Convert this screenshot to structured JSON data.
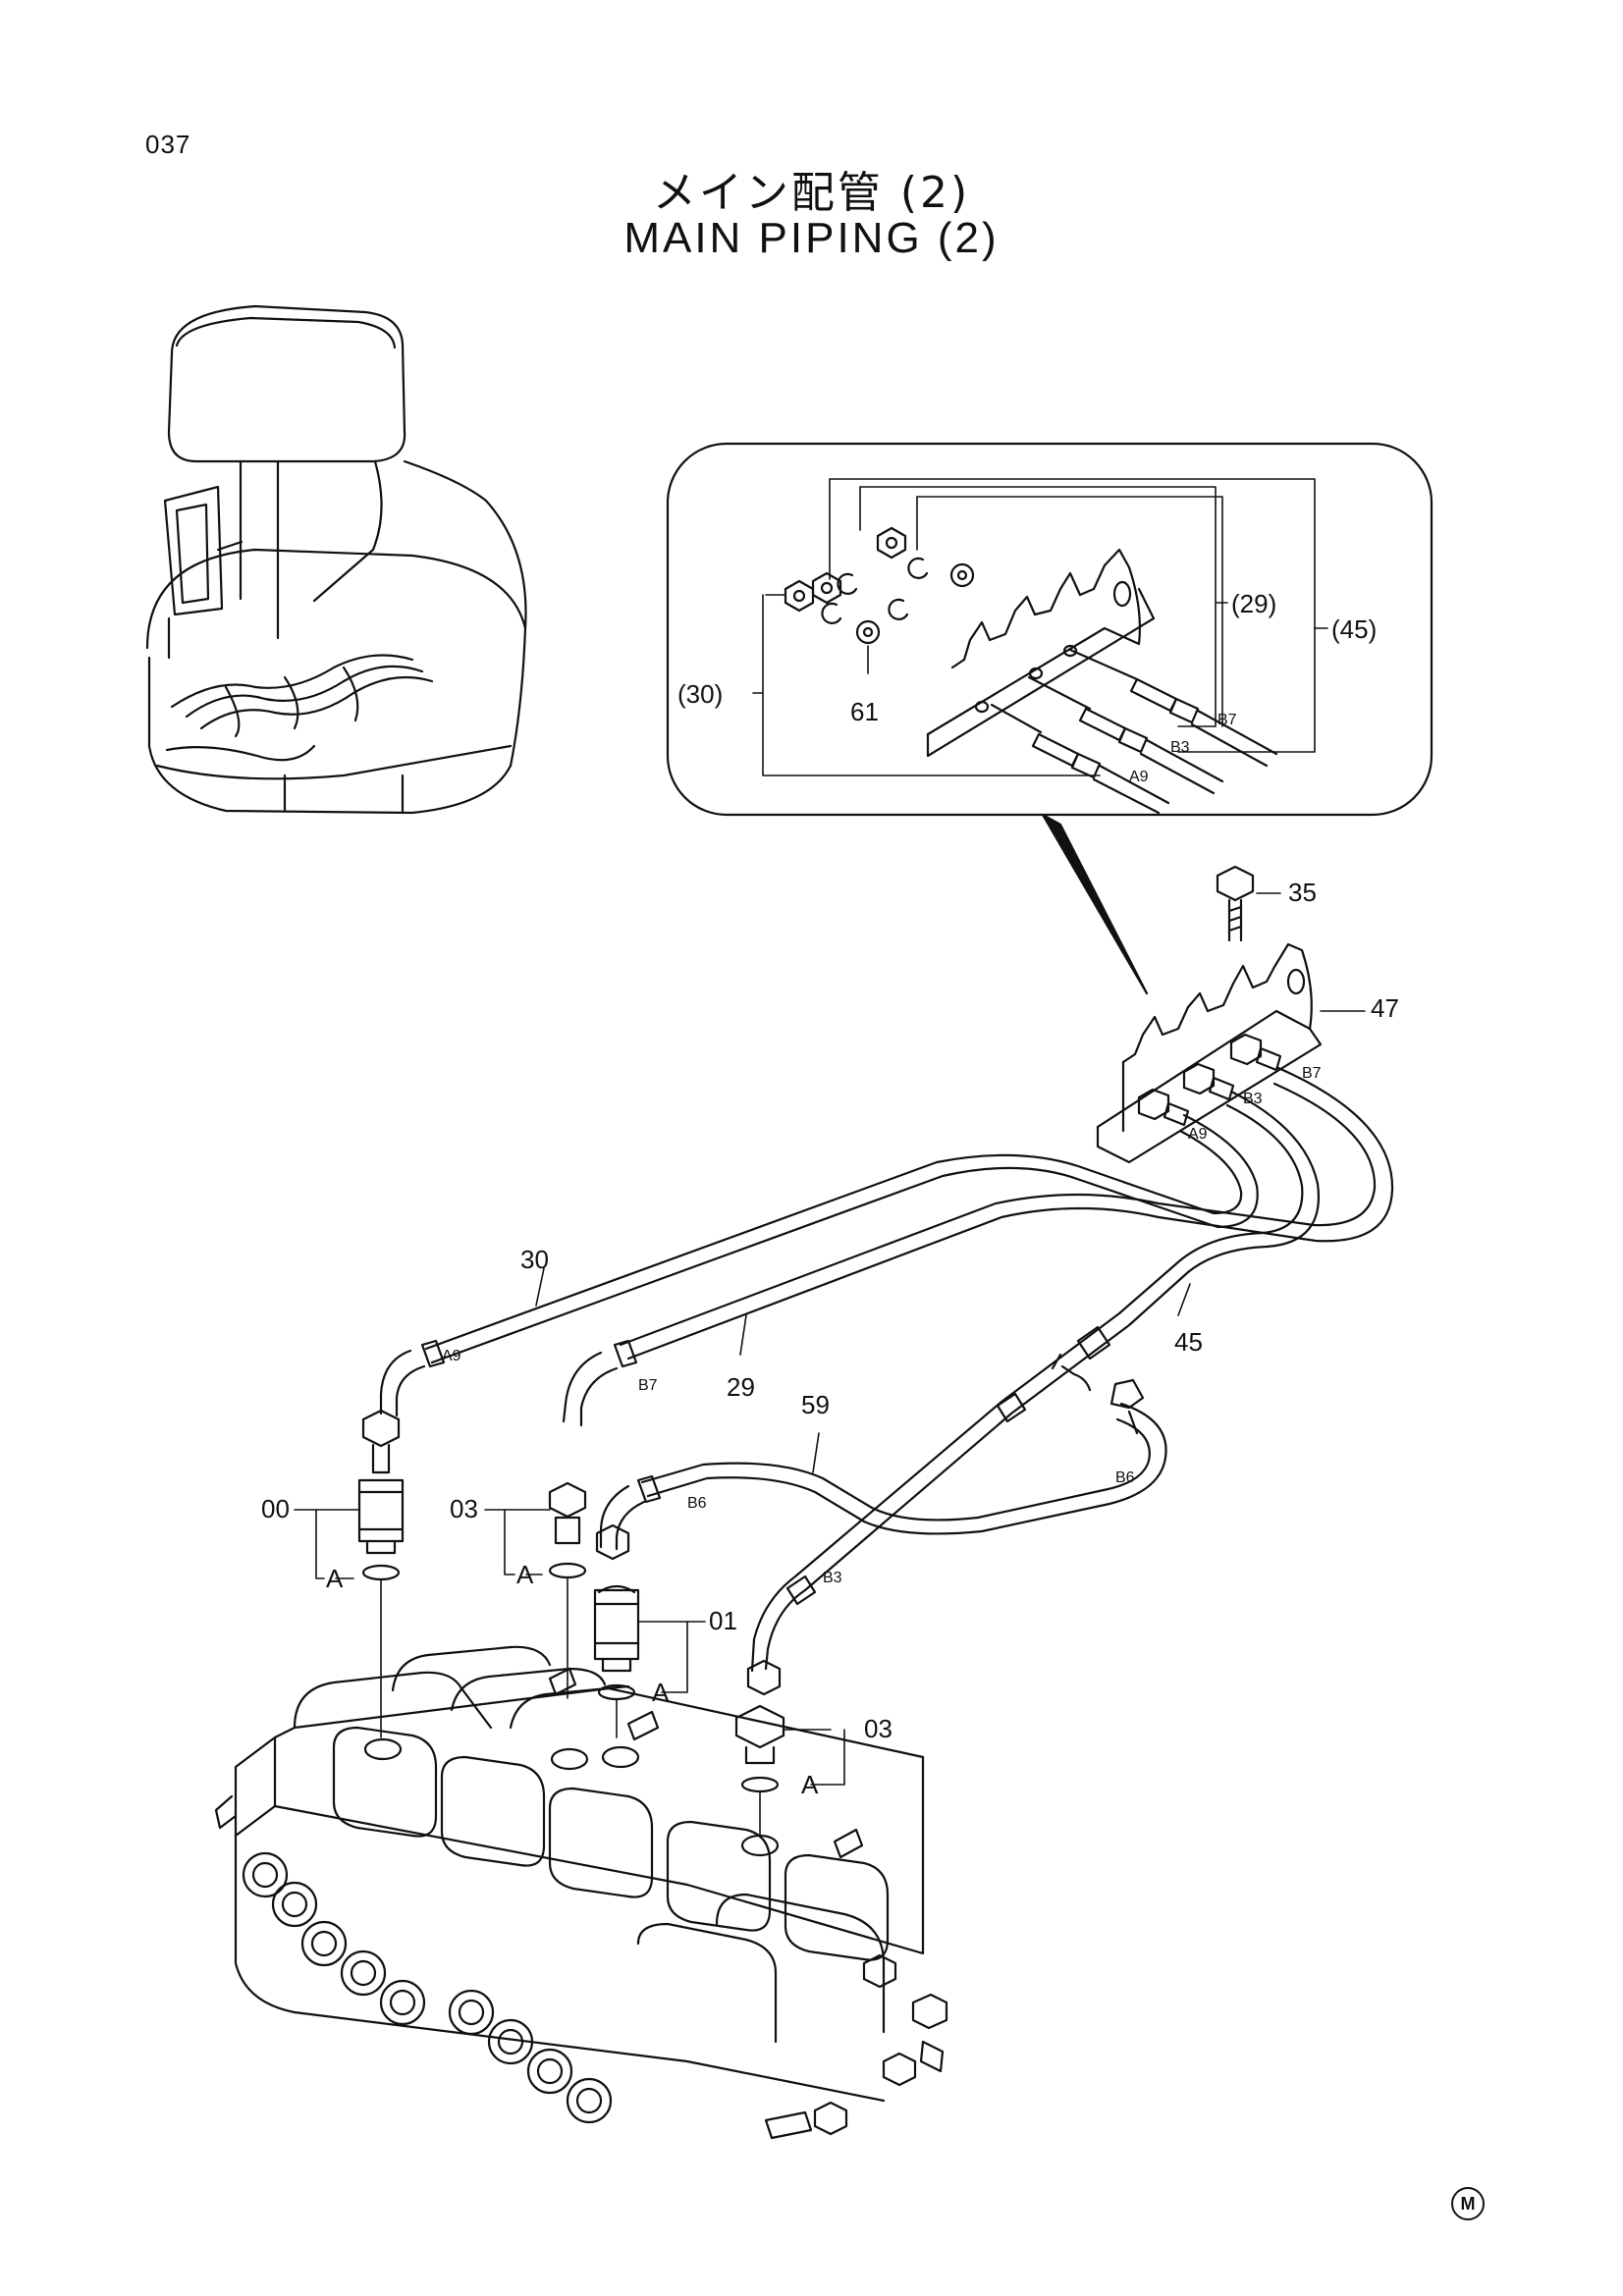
{
  "page_number": "037",
  "title_jp": "メイン配管 (2)",
  "title_en": "MAIN PIPING (2)",
  "detail_callouts": {
    "group_30": "(30)",
    "group_29": "(29)",
    "group_45": "(45)",
    "washer_61": "61",
    "pipe_b7": "B7",
    "pipe_b3": "B3",
    "pipe_a9": "A9"
  },
  "part_callouts": {
    "bolt_35": "35",
    "bracket_47": "47",
    "pipe_30": "30",
    "pipe_29": "29",
    "pipe_45": "45",
    "pipe_59": "59",
    "adapter_00": "00",
    "adapter_03_left": "03",
    "adapter_01": "01",
    "adapter_03_right": "03",
    "oring_a1": "A",
    "oring_a2": "A",
    "oring_a3": "A",
    "oring_a4": "A"
  },
  "pipe_tags": {
    "bracket_b7": "B7",
    "bracket_b3": "B3",
    "bracket_a9": "A9",
    "pipe30_a9": "A9",
    "pipe29_b7": "B7",
    "pipe59_b6": "B6",
    "tee_b6": "B6",
    "pipe45_b3": "B3"
  },
  "corner_mark": "M",
  "colors": {
    "ink": "#111111",
    "paper": "#ffffff"
  }
}
